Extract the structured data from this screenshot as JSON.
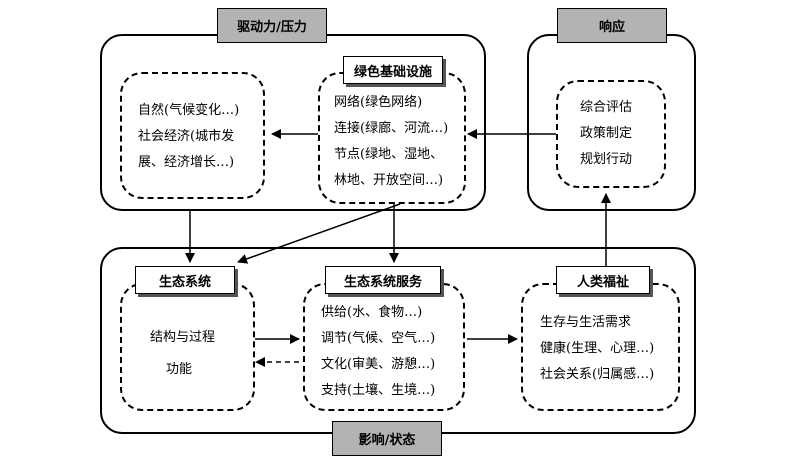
{
  "drivers": {
    "title": "驱动力/压力",
    "natural_social": [
      "自然(气候变化…)",
      "社会经济(城市发",
      "展、经济增长…)"
    ],
    "green_infra": {
      "title": "绿色基础设施",
      "items": [
        "网络(绿色网络)",
        "连接(绿廊、河流…)",
        "节点(绿地、湿地、",
        "林地、开放空间…)"
      ]
    }
  },
  "response": {
    "title": "响应",
    "items": [
      "综合评估",
      "政策制定",
      "规划行动"
    ]
  },
  "impact": {
    "title": "影响/状态",
    "ecosystem": {
      "title": "生态系统",
      "items": [
        "结构与过程",
        "功能"
      ]
    },
    "services": {
      "title": "生态系统服务",
      "items": [
        "供给(水、食物…)",
        "调节(气候、空气…)",
        "文化(审美、游憩…)",
        "支持(土壤、生境…)"
      ]
    },
    "wellbeing": {
      "title": "人类福祉",
      "items": [
        "生存与生活需求",
        "健康(生理、心理…)",
        "社会关系(归属感…)"
      ]
    }
  }
}
